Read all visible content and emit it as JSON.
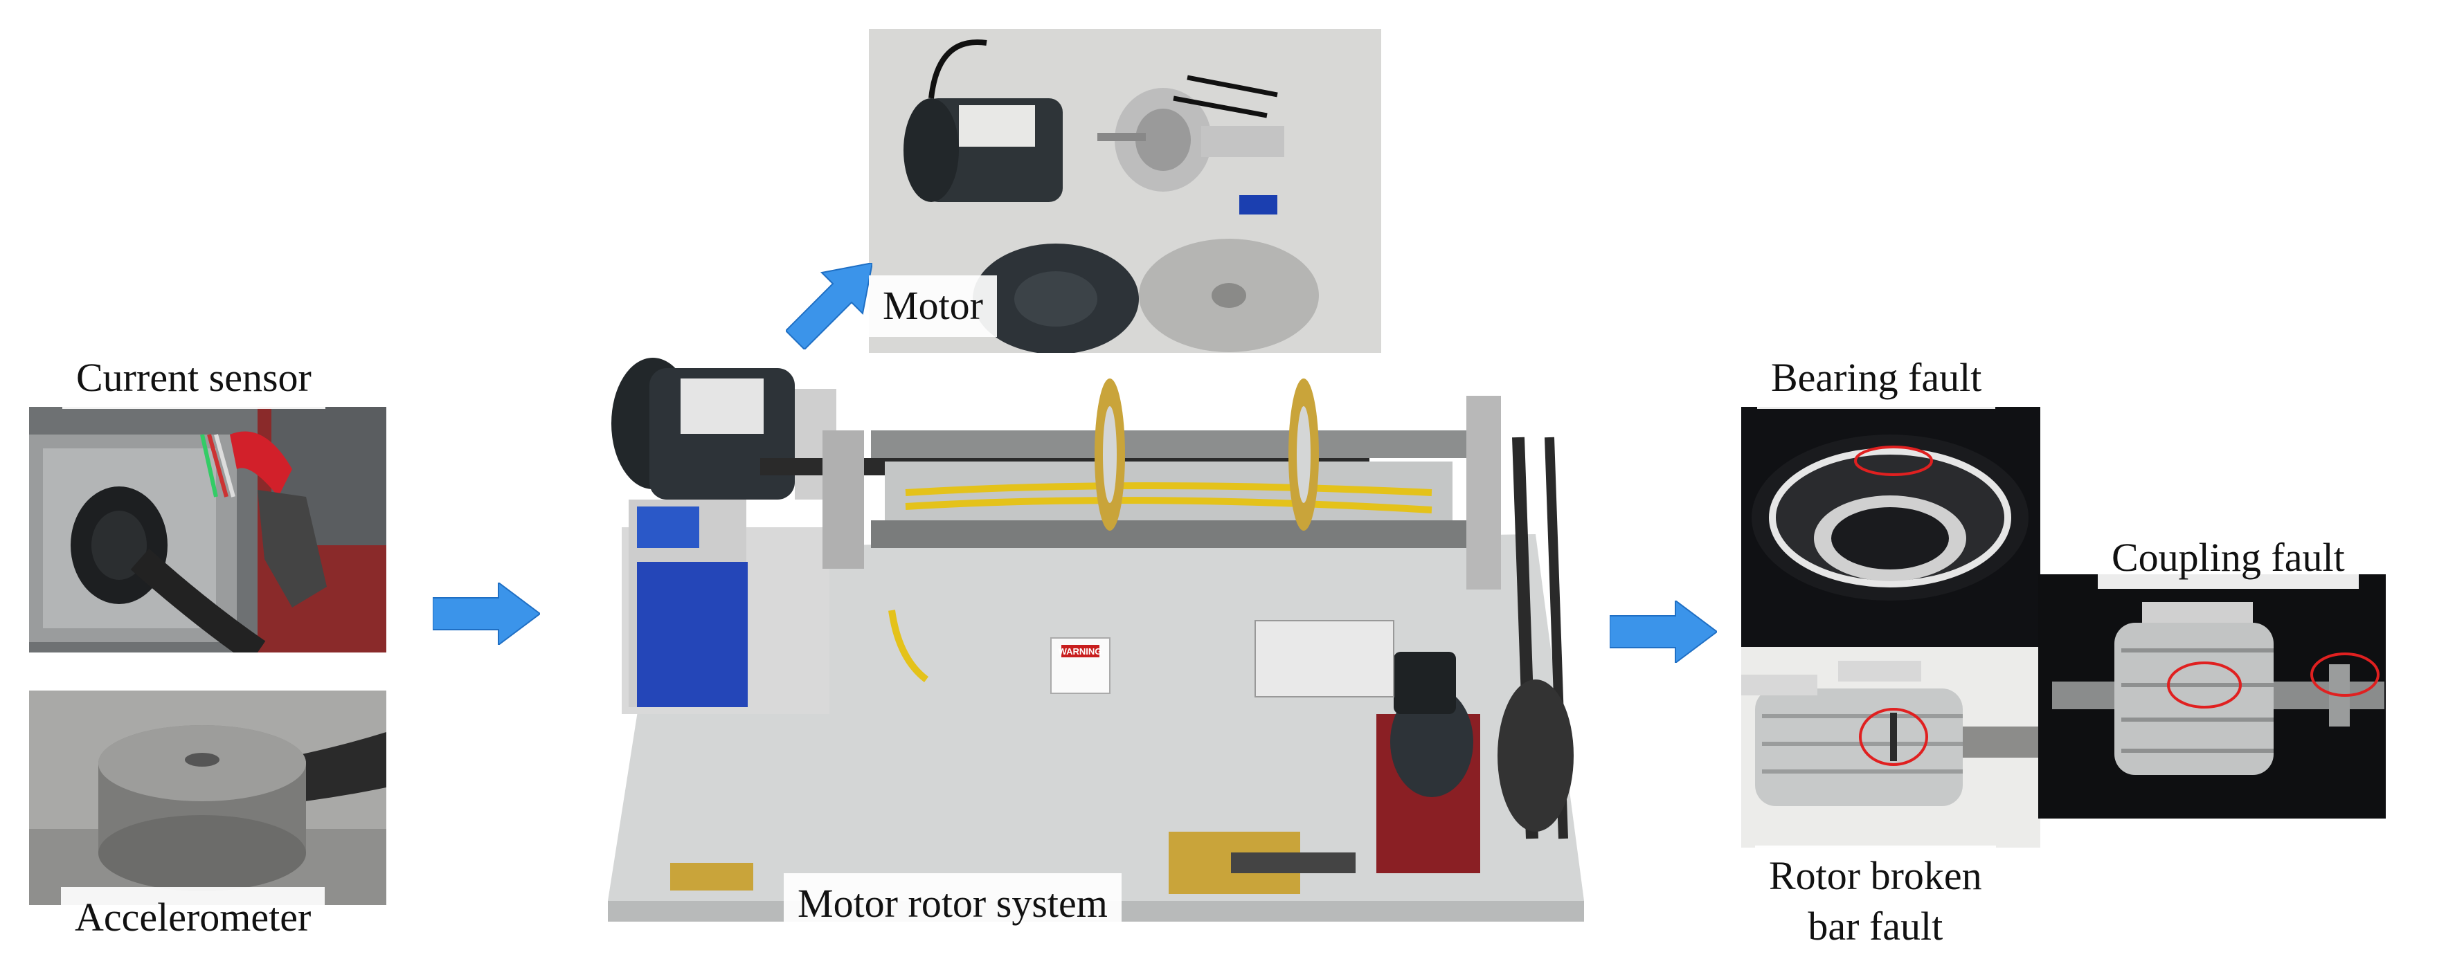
{
  "labels": {
    "current_sensor": "Current sensor",
    "accelerometer": "Accelerometer",
    "motor": "Motor",
    "motor_rotor_system": "Motor rotor system",
    "bearing_fault": "Bearing fault",
    "coupling_fault": "Coupling fault",
    "rotor_broken_bar_line1": "Rotor broken",
    "rotor_broken_bar_line2": "bar fault"
  },
  "rig_details": {
    "warning_sign": "WARNING"
  },
  "colors": {
    "arrow": "#3b94ea",
    "fault_circle": "#e02020",
    "drive_blue": "#2446b8",
    "brass": "#c9a43a",
    "motor_dark": "#2d3338"
  }
}
